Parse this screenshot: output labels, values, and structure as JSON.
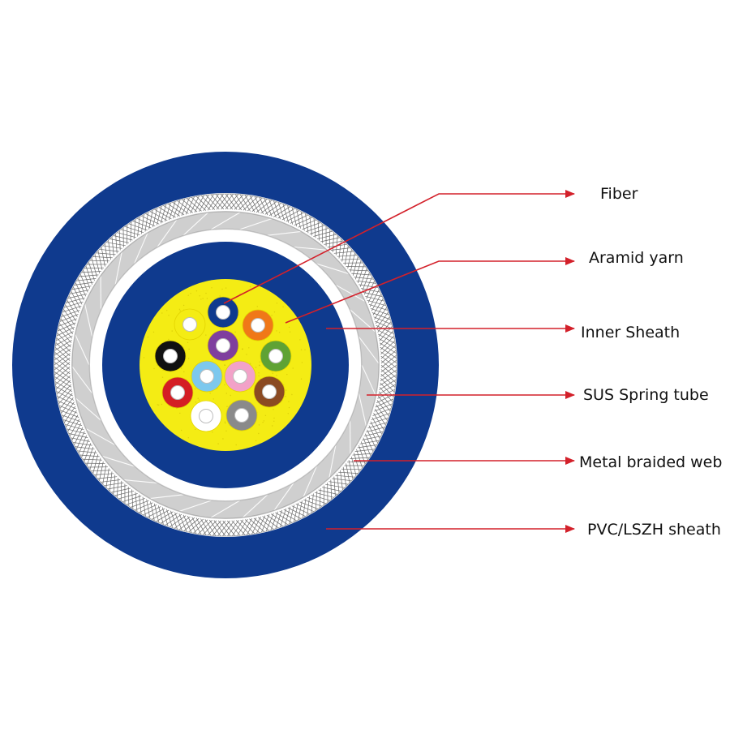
{
  "colors": {
    "outer_sheath": "#0f3a8e",
    "braid_band": "#ffffff",
    "braid_line": "#6a6a6a",
    "spring_tube": "#cfcfcf",
    "gap": "#ffffff",
    "inner_sheath": "#0f3a8e",
    "aramid_yarn": "#f4ec14",
    "leader_line": "#d3202a"
  },
  "labels": [
    {
      "text": "Fiber"
    },
    {
      "text": "Aramid yarn"
    },
    {
      "text": "Inner Sheath"
    },
    {
      "text": "SUS Spring tube"
    },
    {
      "text": "Metal braided web"
    },
    {
      "text": "PVC/LSZH sheath"
    }
  ],
  "fibers": [
    {
      "color": "#0f3a8e",
      "name": "blue"
    },
    {
      "color": "#f07818",
      "name": "orange"
    },
    {
      "color": "#5fa234",
      "name": "green"
    },
    {
      "color": "#8b4a22",
      "name": "brown"
    },
    {
      "color": "#8a8a8a",
      "name": "slate"
    },
    {
      "color": "#ffffff",
      "name": "white"
    },
    {
      "color": "#d41e24",
      "name": "red"
    },
    {
      "color": "#111111",
      "name": "black"
    },
    {
      "color": "#f4ec14",
      "name": "yellow"
    },
    {
      "color": "#7f3f9e",
      "name": "violet"
    },
    {
      "color": "#f2a2c8",
      "name": "rose"
    },
    {
      "color": "#7dc8ee",
      "name": "aqua"
    }
  ]
}
